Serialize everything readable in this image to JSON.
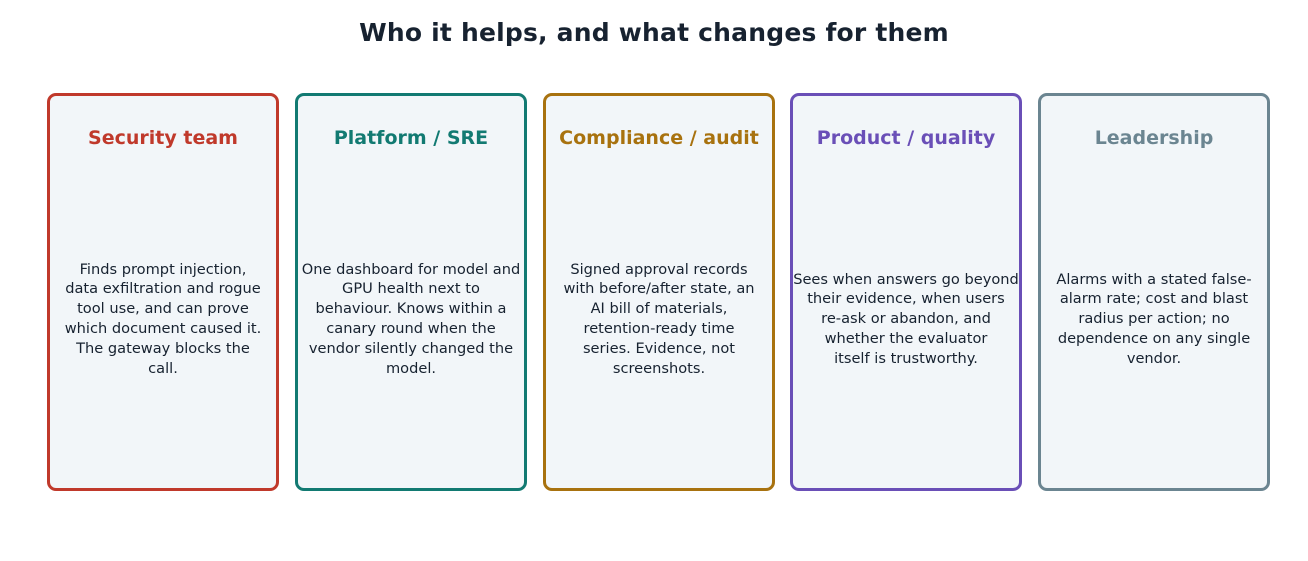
{
  "page": {
    "title": "Who it helps, and what changes for them"
  },
  "cards": [
    {
      "heading": "Security team",
      "color": "#c0392b",
      "lines": [
        "Finds prompt injection,",
        "data exfiltration and rogue",
        "tool use, and can prove",
        "which document caused it.",
        "The gateway blocks the",
        "call."
      ]
    },
    {
      "heading": "Platform / SRE",
      "color": "#127a72",
      "lines": [
        "One dashboard for model and",
        "GPU health next to",
        "behaviour. Knows within a",
        "canary round when the",
        "vendor silently changed the",
        "model."
      ]
    },
    {
      "heading": "Compliance / audit",
      "color": "#a8720f",
      "lines": [
        "Signed approval records",
        "with before/after state, an",
        "AI bill of materials,",
        "retention-ready time",
        "series. Evidence, not",
        "screenshots."
      ]
    },
    {
      "heading": "Product / quality",
      "color": "#6a4fb7",
      "lines": [
        "Sees when answers go beyond",
        "their evidence, when users",
        "re-ask or abandon, and",
        "whether the evaluator",
        "itself is trustworthy."
      ]
    },
    {
      "heading": "Leadership",
      "color": "#6b8591",
      "lines": [
        "Alarms with a stated false-",
        "alarm rate; cost and blast",
        "radius per action; no",
        "dependence on any single",
        "vendor."
      ]
    }
  ]
}
